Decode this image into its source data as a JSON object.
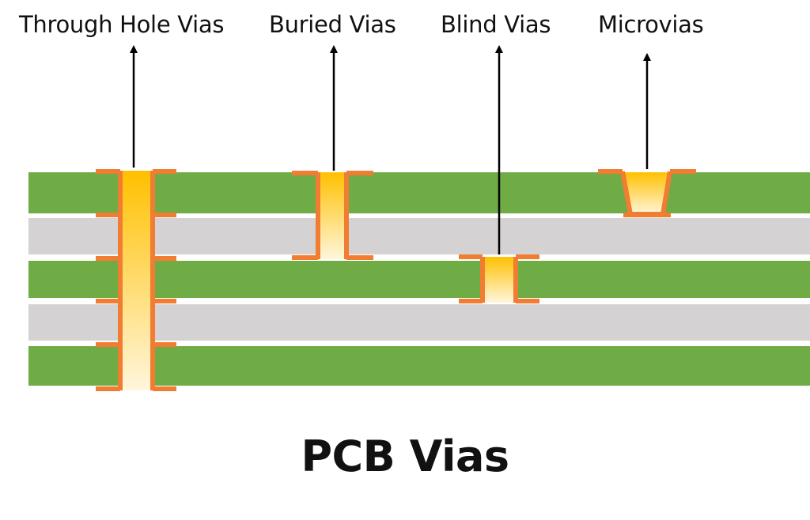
{
  "title": "PCB Vias",
  "labels": {
    "through_hole": "Through Hole Vias",
    "buried": "Buried Vias",
    "blind": "Blind Vias",
    "microvias": "Microvias"
  },
  "colors": {
    "copper_layer": "#6fac46",
    "dielectric_layer": "#d4d2d3",
    "via_plating": "#f07d32",
    "via_fill_top": "#ffc000",
    "via_fill_bottom": "#fff6dc",
    "arrow": "#000000",
    "text": "#111111"
  }
}
